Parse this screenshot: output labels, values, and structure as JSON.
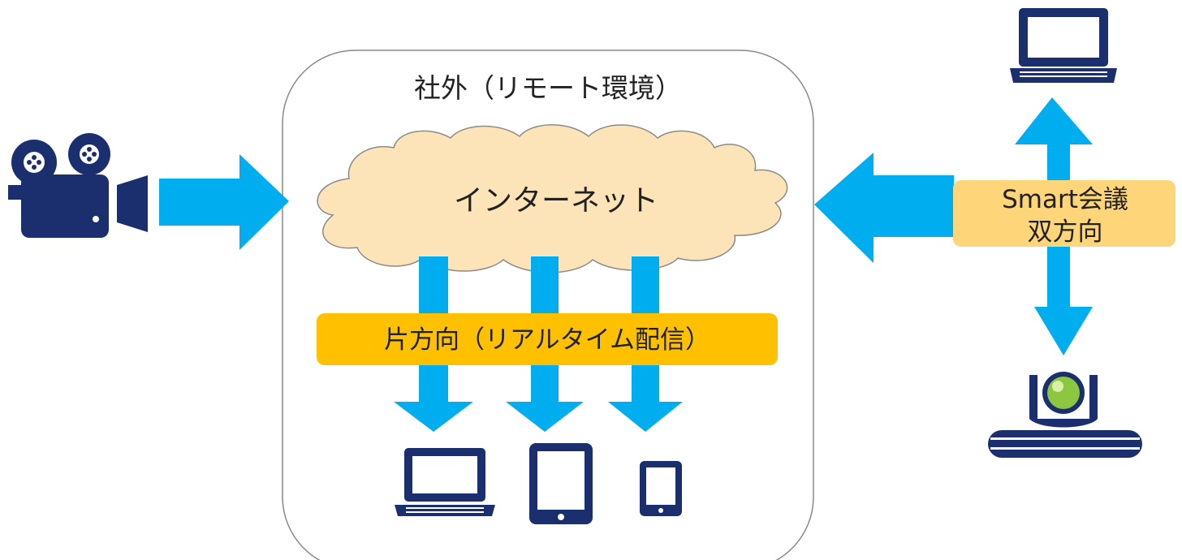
{
  "title": "社外（リモート環境）",
  "cloud_label": "インターネット",
  "one_way_label": "片方向（リアルタイム配信）",
  "smart_meeting": {
    "line1": "Smart会議",
    "line2": "双方向"
  },
  "colors": {
    "arrow": "#00AEEF",
    "device": "#1B2F6E",
    "cloud_fill": "#FCE4B8",
    "one_way_band": "#FFC000",
    "smart_band": "#FFD57A",
    "webcam_lens": "#8DC63F"
  },
  "icons": {
    "source": "video-camera-icon",
    "viewers": [
      "laptop-icon",
      "tablet-icon",
      "smartphone-icon"
    ],
    "smart_endpoints": [
      "laptop-icon",
      "webcam-icon"
    ]
  }
}
